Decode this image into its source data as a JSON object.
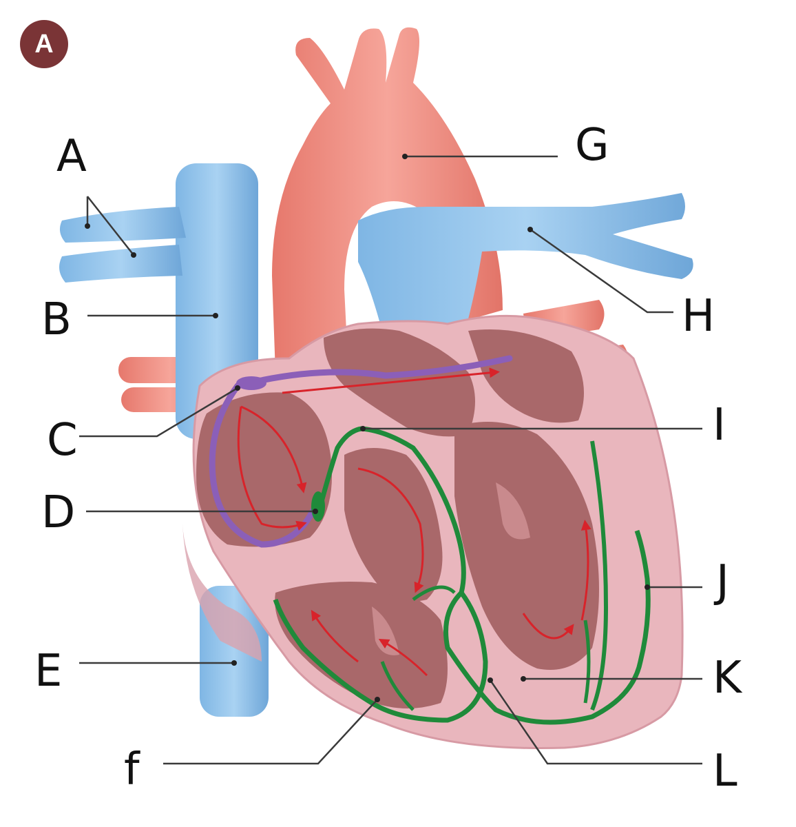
{
  "badge": "A",
  "labels": {
    "A": "A",
    "B": "B",
    "C": "C",
    "D": "D",
    "E": "E",
    "F": "f",
    "G": "G",
    "H": "H",
    "I": "I",
    "J": "J",
    "K": "K",
    "L": "L"
  },
  "colors": {
    "badge": "#7a3436",
    "vena_cava": "#8fc3ea",
    "aorta": "#ef8a7c",
    "myocardium": "#e9b6bd",
    "chamber": "#a9686a",
    "conduction_atrial": "#8b5fb8",
    "conduction_ventricular": "#1f8a3a",
    "flow_arrow": "#d8232a"
  },
  "icons": [
    "heart-illustration",
    "flow-arrow"
  ]
}
